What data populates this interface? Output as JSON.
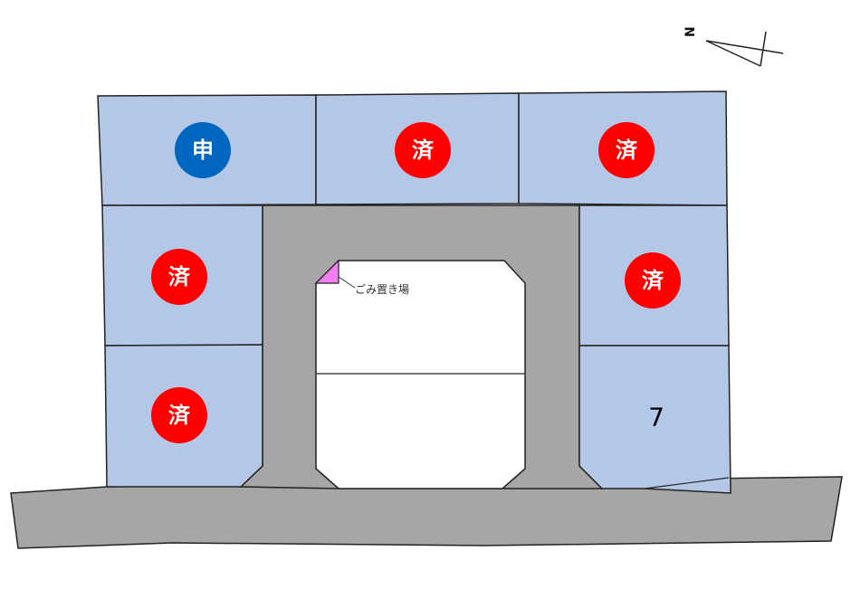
{
  "north_label": "N",
  "garbage_label": "ごみ置き場",
  "colors": {
    "lot": "#b4c7e7",
    "road": "#a6a6a6",
    "sold": "#ff0000",
    "applied": "#0067c0",
    "garbage": "#f080f0"
  },
  "lots": [
    {
      "id": "top-left",
      "status": "申"
    },
    {
      "id": "top-center",
      "status": "済"
    },
    {
      "id": "top-right",
      "status": "済"
    },
    {
      "id": "left-upper",
      "status": "済"
    },
    {
      "id": "right-upper",
      "status": "済"
    },
    {
      "id": "left-lower",
      "status": "済"
    },
    {
      "id": "right-lower",
      "number": "7"
    }
  ]
}
